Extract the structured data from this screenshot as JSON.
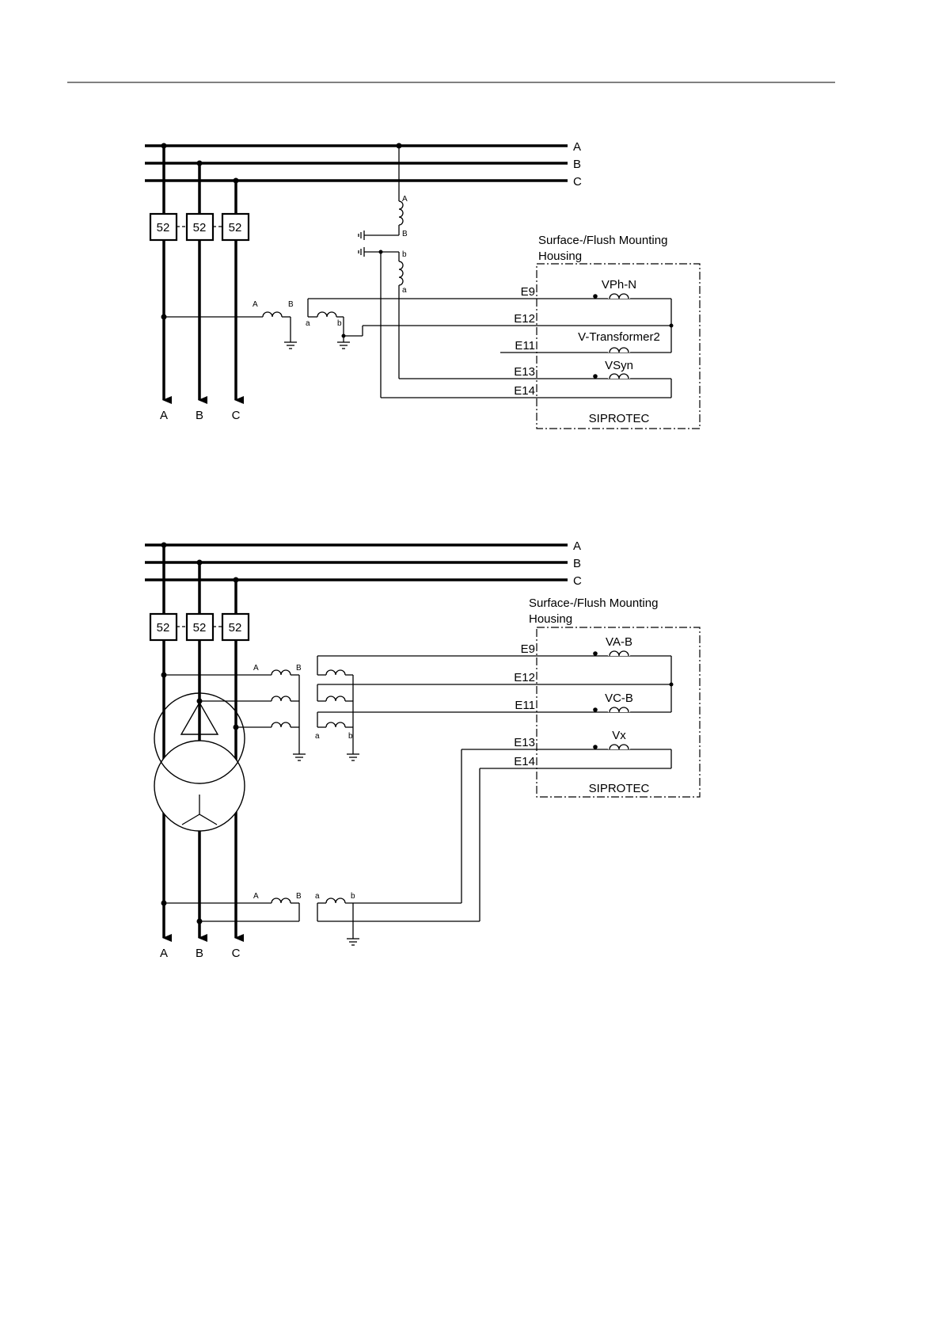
{
  "diagrams": [
    {
      "phases": [
        "A",
        "B",
        "C"
      ],
      "breaker_label": "52",
      "housing_label": [
        "Surface-/Flush Mounting",
        "Housing"
      ],
      "device_label": "SIPROTEC",
      "terminals": [
        "E9",
        "E12",
        "E11",
        "E13",
        "E14"
      ],
      "windings": [
        "VPh-N",
        "V-Transformer2",
        "VSyn"
      ],
      "vt_primary_labels": [
        "A",
        "B"
      ],
      "vt_secondary_labels": [
        "b",
        "a"
      ],
      "vt2_primary_labels": [
        "A",
        "B"
      ],
      "vt2_secondary_labels": [
        "a",
        "b"
      ]
    },
    {
      "phases": [
        "A",
        "B",
        "C"
      ],
      "breaker_label": "52",
      "housing_label": [
        "Surface-/Flush Mounting",
        "Housing"
      ],
      "device_label": "SIPROTEC",
      "terminals": [
        "E9",
        "E12",
        "E11",
        "E13",
        "E14"
      ],
      "windings": [
        "VA-B",
        "VC-B",
        "Vx"
      ],
      "vt_primary_labels": [
        "A",
        "B"
      ],
      "vt_secondary_labels": [
        "a",
        "b"
      ],
      "vt2_primary_labels": [
        "A",
        "B"
      ],
      "vt2_secondary_labels": [
        "a",
        "b"
      ]
    }
  ]
}
